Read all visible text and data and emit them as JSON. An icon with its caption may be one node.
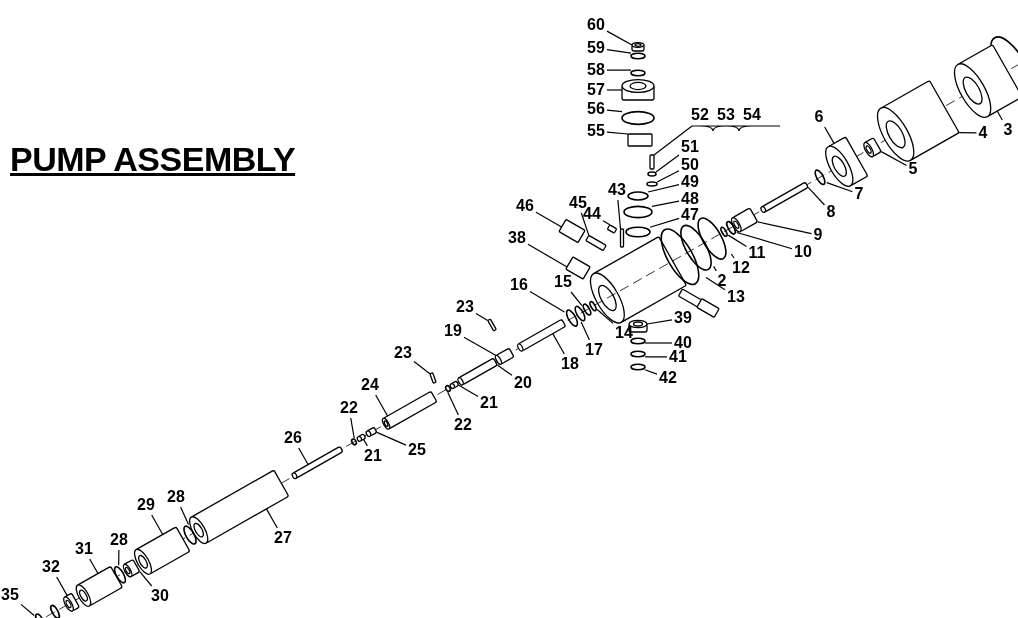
{
  "diagram": {
    "title": "PUMP ASSEMBLY",
    "nodes": [
      {
        "text": [
          "60"
        ]
      },
      {
        "text": [
          "59"
        ]
      },
      {
        "text": [
          "58"
        ]
      },
      {
        "text": [
          "57"
        ]
      },
      {
        "text": [
          "56"
        ]
      },
      {
        "text": [
          "55"
        ]
      },
      {
        "text": [
          "52"
        ]
      },
      {
        "text": [
          "53"
        ]
      },
      {
        "text": [
          "54"
        ]
      },
      {
        "text": [
          "51"
        ]
      },
      {
        "text": [
          "50"
        ]
      },
      {
        "text": [
          "49"
        ]
      },
      {
        "text": [
          "48"
        ]
      },
      {
        "text": [
          "47"
        ]
      },
      {
        "text": [
          "43"
        ]
      },
      {
        "text": [
          "44"
        ]
      },
      {
        "text": [
          "45"
        ]
      },
      {
        "text": [
          "46"
        ]
      },
      {
        "text": [
          "38"
        ]
      },
      {
        "text": [
          "16"
        ]
      },
      {
        "text": [
          "15"
        ]
      },
      {
        "text": [
          "14"
        ]
      },
      {
        "text": [
          "17"
        ]
      },
      {
        "text": [
          "18"
        ]
      },
      {
        "text": [
          "23"
        ]
      },
      {
        "text": [
          "19"
        ]
      },
      {
        "text": [
          "20"
        ]
      },
      {
        "text": [
          "21"
        ]
      },
      {
        "text": [
          "22"
        ]
      },
      {
        "text": [
          "23"
        ]
      },
      {
        "text": [
          "24"
        ]
      },
      {
        "text": [
          "22"
        ]
      },
      {
        "text": [
          "21"
        ]
      },
      {
        "text": [
          "25"
        ]
      },
      {
        "text": [
          "26"
        ]
      },
      {
        "text": [
          "27"
        ]
      },
      {
        "text": [
          "28"
        ]
      },
      {
        "text": [
          "29"
        ]
      },
      {
        "text": [
          "28"
        ]
      },
      {
        "text": [
          "30"
        ]
      },
      {
        "text": [
          "31"
        ]
      },
      {
        "text": [
          "32"
        ]
      },
      {
        "text": [
          "35"
        ]
      },
      {
        "text": [
          "3"
        ]
      },
      {
        "text": [
          "4"
        ]
      },
      {
        "text": [
          "6"
        ]
      },
      {
        "text": [
          "5"
        ]
      },
      {
        "text": [
          "7"
        ]
      },
      {
        "text": [
          "8"
        ]
      },
      {
        "text": [
          "9"
        ]
      },
      {
        "text": [
          "10"
        ]
      },
      {
        "text": [
          "11"
        ]
      },
      {
        "text": [
          "12"
        ]
      },
      {
        "text": [
          "2"
        ]
      },
      {
        "text": [
          "13"
        ]
      },
      {
        "text": [
          "39"
        ]
      },
      {
        "text": [
          "40"
        ]
      },
      {
        "text": [
          "41"
        ]
      },
      {
        "text": [
          "42"
        ]
      },
      {
        "text": [],
        "shape": "cylinder"
      },
      {
        "text": [],
        "shape": "ring"
      },
      {
        "text": [],
        "shape": "ring"
      },
      {
        "text": [],
        "shape": "cylinder"
      },
      {
        "text": [],
        "shape": "ring"
      },
      {
        "text": [],
        "shape": "bar"
      },
      {
        "text": [],
        "shape": "bar"
      },
      {
        "text": [],
        "shape": "ring"
      },
      {
        "text": [],
        "shape": "ring"
      },
      {
        "text": [],
        "shape": "ring"
      },
      {
        "text": [],
        "shape": "ring"
      },
      {
        "text": [],
        "shape": "ring"
      },
      {
        "text": [],
        "shape": "bar"
      },
      {
        "text": [],
        "shape": "bar"
      },
      {
        "text": [],
        "shape": "bar"
      },
      {
        "text": [],
        "shape": "bar"
      },
      {
        "text": [],
        "shape": "bar"
      },
      {
        "text": [],
        "shape": "ring"
      },
      {
        "text": [],
        "shape": "ring"
      },
      {
        "text": [],
        "shape": "ring"
      },
      {
        "text": [],
        "shape": "ring"
      },
      {
        "text": [],
        "shape": "cylinder"
      },
      {
        "text": [],
        "shape": "bar"
      },
      {
        "text": [],
        "shape": "cylinder"
      },
      {
        "text": [],
        "shape": "cylinder"
      },
      {
        "text": [],
        "shape": "cylinder"
      },
      {
        "text": [],
        "shape": "ring"
      },
      {
        "text": [],
        "shape": "bar"
      },
      {
        "text": [],
        "shape": "cylinder"
      },
      {
        "text": [],
        "shape": "ring"
      },
      {
        "text": [],
        "shape": "cylinder"
      },
      {
        "text": [],
        "shape": "cylinder"
      },
      {
        "text": [],
        "shape": "cylinder"
      },
      {
        "text": [],
        "shape": "cylinder"
      },
      {
        "text": [],
        "shape": "ring"
      },
      {
        "text": [],
        "shape": "cylinder"
      },
      {
        "text": [],
        "shape": "ring"
      },
      {
        "text": [],
        "shape": "cylinder"
      },
      {
        "text": [],
        "shape": "cylinder"
      },
      {
        "text": [],
        "shape": "cylinder"
      },
      {
        "text": [],
        "shape": "ring"
      },
      {
        "text": [],
        "shape": "cylinder"
      },
      {
        "text": [],
        "shape": "cylinder"
      },
      {
        "text": [],
        "shape": "cylinder"
      },
      {
        "text": [],
        "shape": "cylinder"
      },
      {
        "text": [],
        "shape": "ring"
      },
      {
        "text": [],
        "shape": "cylinder"
      },
      {
        "text": [],
        "shape": "cylinder"
      },
      {
        "text": [],
        "shape": "ring"
      },
      {
        "text": [],
        "shape": "ring"
      },
      {
        "text": [],
        "shape": "ring"
      },
      {
        "text": [],
        "shape": "ring"
      },
      {
        "text": [],
        "shape": "ring"
      },
      {
        "text": [],
        "shape": "cylinder"
      },
      {
        "text": [],
        "shape": "ring"
      },
      {
        "text": [],
        "shape": "ring"
      },
      {
        "text": [],
        "shape": "ring"
      },
      {
        "text": [],
        "shape": "cylinder"
      }
    ],
    "edges": [
      {
        "from": 0,
        "to": 59,
        "arrow": "none"
      },
      {
        "from": 1,
        "to": 60,
        "arrow": "none"
      },
      {
        "from": 2,
        "to": 61,
        "arrow": "none"
      },
      {
        "from": 3,
        "to": 62,
        "arrow": "none"
      },
      {
        "from": 4,
        "to": 63,
        "arrow": "none"
      },
      {
        "from": 5,
        "to": 64,
        "arrow": "none"
      },
      {
        "from": 6,
        "to": 65,
        "arrow": "none"
      },
      {
        "from": 9,
        "to": 66,
        "arrow": "none"
      },
      {
        "from": 10,
        "to": 67,
        "arrow": "none"
      },
      {
        "from": 11,
        "to": 68,
        "arrow": "none"
      },
      {
        "from": 12,
        "to": 69,
        "arrow": "none"
      },
      {
        "from": 13,
        "to": 70,
        "arrow": "none"
      },
      {
        "from": 14,
        "to": 71,
        "arrow": "none"
      },
      {
        "from": 15,
        "to": 72,
        "arrow": "none"
      },
      {
        "from": 16,
        "to": 73,
        "arrow": "none"
      },
      {
        "from": 17,
        "to": 74,
        "arrow": "none"
      },
      {
        "from": 18,
        "to": 75,
        "arrow": "none"
      },
      {
        "from": 19,
        "to": 76,
        "arrow": "none"
      },
      {
        "from": 20,
        "to": 77,
        "arrow": "none"
      },
      {
        "from": 21,
        "to": 78,
        "arrow": "none"
      },
      {
        "from": 22,
        "to": 79,
        "arrow": "none"
      },
      {
        "from": 23,
        "to": 80,
        "arrow": "none"
      },
      {
        "from": 24,
        "to": 81,
        "arrow": "none"
      },
      {
        "from": 25,
        "to": 82,
        "arrow": "none"
      },
      {
        "from": 26,
        "to": 83,
        "arrow": "none"
      },
      {
        "from": 27,
        "to": 84,
        "arrow": "none"
      },
      {
        "from": 28,
        "to": 85,
        "arrow": "none"
      },
      {
        "from": 29,
        "to": 86,
        "arrow": "none"
      },
      {
        "from": 30,
        "to": 87,
        "arrow": "none"
      },
      {
        "from": 31,
        "to": 88,
        "arrow": "none"
      },
      {
        "from": 32,
        "to": 89,
        "arrow": "none"
      },
      {
        "from": 33,
        "to": 90,
        "arrow": "none"
      },
      {
        "from": 34,
        "to": 91,
        "arrow": "none"
      },
      {
        "from": 35,
        "to": 92,
        "arrow": "none"
      },
      {
        "from": 36,
        "to": 93,
        "arrow": "none"
      },
      {
        "from": 37,
        "to": 94,
        "arrow": "none"
      },
      {
        "from": 38,
        "to": 95,
        "arrow": "none"
      },
      {
        "from": 39,
        "to": 96,
        "arrow": "none"
      },
      {
        "from": 40,
        "to": 97,
        "arrow": "none"
      },
      {
        "from": 41,
        "to": 98,
        "arrow": "none"
      },
      {
        "from": 42,
        "to": 99,
        "arrow": "none"
      },
      {
        "from": 43,
        "to": 100,
        "arrow": "none"
      },
      {
        "from": 44,
        "to": 101,
        "arrow": "none"
      },
      {
        "from": 45,
        "to": 102,
        "arrow": "none"
      },
      {
        "from": 46,
        "to": 103,
        "arrow": "none"
      },
      {
        "from": 47,
        "to": 104,
        "arrow": "none"
      },
      {
        "from": 48,
        "to": 105,
        "arrow": "none"
      },
      {
        "from": 49,
        "to": 106,
        "arrow": "none"
      },
      {
        "from": 50,
        "to": 107,
        "arrow": "none"
      },
      {
        "from": 51,
        "to": 108,
        "arrow": "none"
      },
      {
        "from": 52,
        "to": 109,
        "arrow": "none"
      },
      {
        "from": 53,
        "to": 110,
        "arrow": "none"
      },
      {
        "from": 54,
        "to": 111,
        "arrow": "none"
      },
      {
        "from": 55,
        "to": 112,
        "arrow": "none"
      },
      {
        "from": 56,
        "to": 113,
        "arrow": "none"
      },
      {
        "from": 57,
        "to": 114,
        "arrow": "none"
      },
      {
        "from": 58,
        "to": 115,
        "arrow": "none"
      }
    ]
  }
}
